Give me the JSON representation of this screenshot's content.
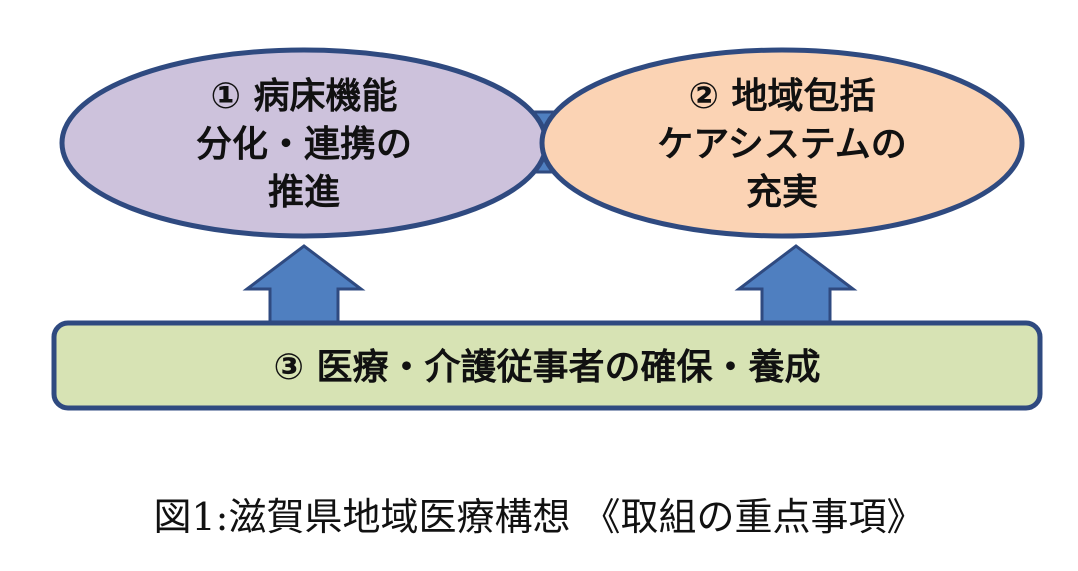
{
  "nodes": {
    "node1": {
      "lines": [
        "① 病床機能",
        "分化・連携の",
        "推進"
      ],
      "fill": "#cdc2dc",
      "stroke": "#2f4a80"
    },
    "node2": {
      "lines": [
        "② 地域包括",
        "ケアシステムの",
        "充実"
      ],
      "fill": "#fbd3b4",
      "stroke": "#2f4a80"
    },
    "node3": {
      "label": "③ 医療・介護従事者の確保・養成",
      "fill": "#d7e3b4",
      "stroke": "#2f4a80"
    }
  },
  "connector": {
    "fill": "#4f7fc0",
    "stroke": "#2f4a80"
  },
  "arrows": {
    "fill": "#4f7fc0",
    "stroke": "#2f4a80"
  },
  "caption": "図1:滋賀県地域医療構想 《取組の重点事項》"
}
